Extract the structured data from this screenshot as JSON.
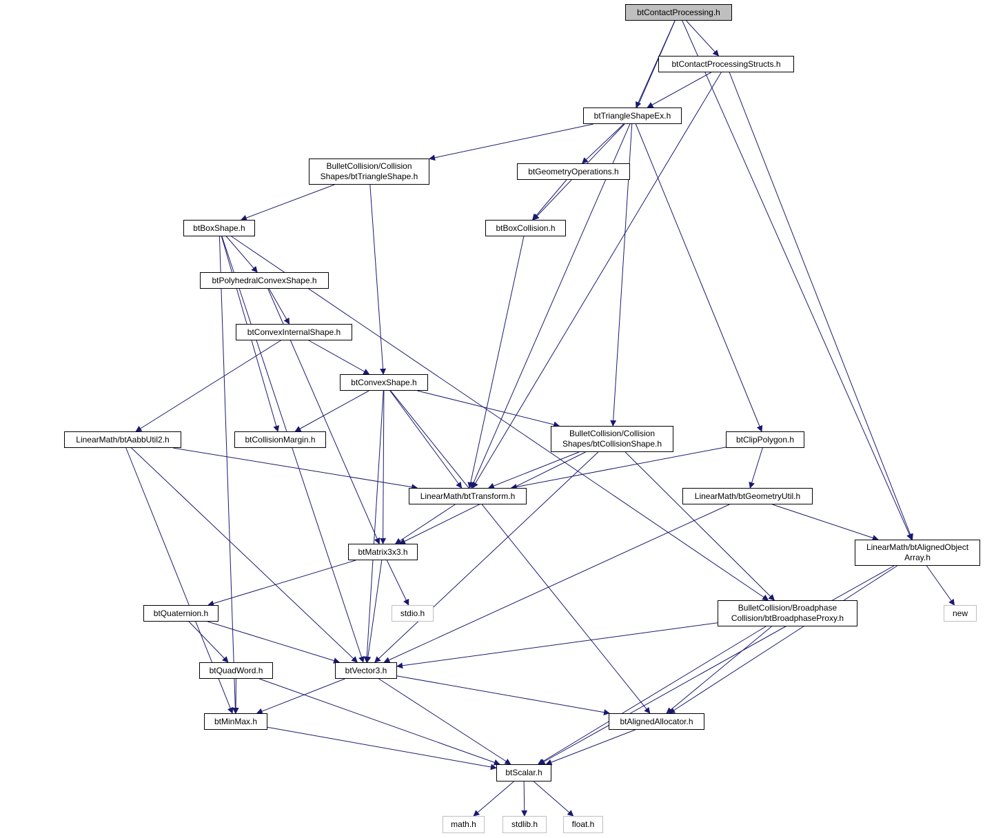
{
  "colors": {
    "edge": "#191970",
    "node_border": "#000000",
    "root_fill": "#bfbfbf",
    "external_border": "#bfbfbf"
  },
  "nodes": {
    "root": "btContactProcessing.h",
    "structs": "btContactProcessingStructs.h",
    "triex": "btTriangleShapeEx.h",
    "trishape": "BulletCollision/Collision\nShapes/btTriangleShape.h",
    "geomops": "btGeometryOperations.h",
    "boxshape": "btBoxShape.h",
    "boxcoll": "btBoxCollision.h",
    "polyconv": "btPolyhedralConvexShape.h",
    "convint": "btConvexInternalShape.h",
    "convex": "btConvexShape.h",
    "aabb": "LinearMath/btAabbUtil2.h",
    "colmargin": "btCollisionMargin.h",
    "colshape": "BulletCollision/Collision\nShapes/btCollisionShape.h",
    "clippoly": "btClipPolygon.h",
    "transform": "LinearMath/btTransform.h",
    "geomutil": "LinearMath/btGeometryUtil.h",
    "alignedarr": "LinearMath/btAlignedObject\nArray.h",
    "matrix": "btMatrix3x3.h",
    "stdio": "stdio.h",
    "quat": "btQuaternion.h",
    "bproxy": "BulletCollision/Broadphase\nCollision/btBroadphaseProxy.h",
    "new": "new",
    "quadword": "btQuadWord.h",
    "vector": "btVector3.h",
    "minmax": "btMinMax.h",
    "alloc": "btAlignedAllocator.h",
    "scalar": "btScalar.h",
    "math": "math.h",
    "stdlib": "stdlib.h",
    "float": "float.h"
  },
  "edges": [
    [
      "root",
      "structs"
    ],
    [
      "root",
      "triex"
    ],
    [
      "root",
      "transform"
    ],
    [
      "root",
      "alignedarr"
    ],
    [
      "structs",
      "triex"
    ],
    [
      "structs",
      "transform"
    ],
    [
      "structs",
      "alignedarr"
    ],
    [
      "triex",
      "trishape"
    ],
    [
      "triex",
      "geomops"
    ],
    [
      "triex",
      "boxcoll"
    ],
    [
      "triex",
      "colshape"
    ],
    [
      "triex",
      "clippoly"
    ],
    [
      "trishape",
      "boxshape"
    ],
    [
      "trishape",
      "convex"
    ],
    [
      "geomops",
      "boxcoll"
    ],
    [
      "boxcoll",
      "transform"
    ],
    [
      "boxshape",
      "polyconv"
    ],
    [
      "boxshape",
      "colmargin"
    ],
    [
      "boxshape",
      "vector"
    ],
    [
      "boxshape",
      "minmax"
    ],
    [
      "boxshape",
      "bproxy"
    ],
    [
      "polyconv",
      "convint"
    ],
    [
      "polyconv",
      "matrix"
    ],
    [
      "convint",
      "convex"
    ],
    [
      "convint",
      "aabb"
    ],
    [
      "convex",
      "colmargin"
    ],
    [
      "convex",
      "transform"
    ],
    [
      "convex",
      "matrix"
    ],
    [
      "convex",
      "vector"
    ],
    [
      "convex",
      "colshape"
    ],
    [
      "convex",
      "alloc"
    ],
    [
      "aabb",
      "transform"
    ],
    [
      "aabb",
      "vector"
    ],
    [
      "aabb",
      "minmax"
    ],
    [
      "colshape",
      "transform"
    ],
    [
      "colshape",
      "matrix"
    ],
    [
      "colshape",
      "vector"
    ],
    [
      "colshape",
      "bproxy"
    ],
    [
      "clippoly",
      "transform"
    ],
    [
      "clippoly",
      "geomutil"
    ],
    [
      "geomutil",
      "vector"
    ],
    [
      "geomutil",
      "alignedarr"
    ],
    [
      "transform",
      "matrix"
    ],
    [
      "matrix",
      "quat"
    ],
    [
      "matrix",
      "stdio"
    ],
    [
      "matrix",
      "vector"
    ],
    [
      "quat",
      "quadword"
    ],
    [
      "quat",
      "vector"
    ],
    [
      "quadword",
      "minmax"
    ],
    [
      "quadword",
      "scalar"
    ],
    [
      "vector",
      "minmax"
    ],
    [
      "vector",
      "scalar"
    ],
    [
      "vector",
      "alloc"
    ],
    [
      "bproxy",
      "vector"
    ],
    [
      "bproxy",
      "alloc"
    ],
    [
      "bproxy",
      "scalar"
    ],
    [
      "alignedarr",
      "new"
    ],
    [
      "alignedarr",
      "alloc"
    ],
    [
      "alignedarr",
      "scalar"
    ],
    [
      "minmax",
      "scalar"
    ],
    [
      "alloc",
      "scalar"
    ],
    [
      "scalar",
      "math"
    ],
    [
      "scalar",
      "stdlib"
    ],
    [
      "scalar",
      "float"
    ]
  ]
}
